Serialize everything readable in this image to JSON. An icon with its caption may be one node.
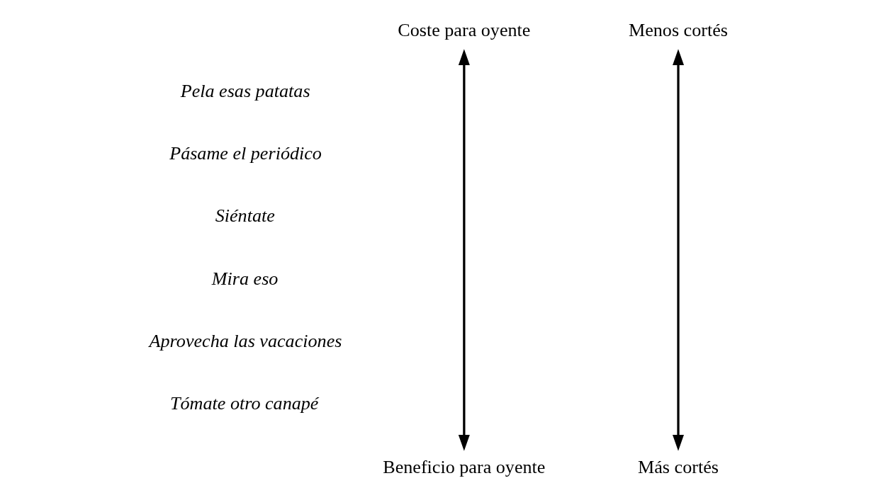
{
  "diagram": {
    "nodes": [
      {
        "text": [
          "Coste para oyente"
        ]
      },
      {
        "text": [
          "Beneficio para oyente"
        ]
      },
      {
        "text": [
          "Menos cortés"
        ]
      },
      {
        "text": [
          "Más cortés"
        ]
      }
    ],
    "edges": [
      {
        "from": 0,
        "to": 1,
        "arrow": "both"
      },
      {
        "from": 2,
        "to": 3,
        "arrow": "both"
      }
    ],
    "labels": [
      "Pela esas patatas",
      "Pásame el periódico",
      "Siéntate",
      "Mira eso",
      "Aprovecha las vacaciones",
      "Tómate otro canapé"
    ]
  }
}
